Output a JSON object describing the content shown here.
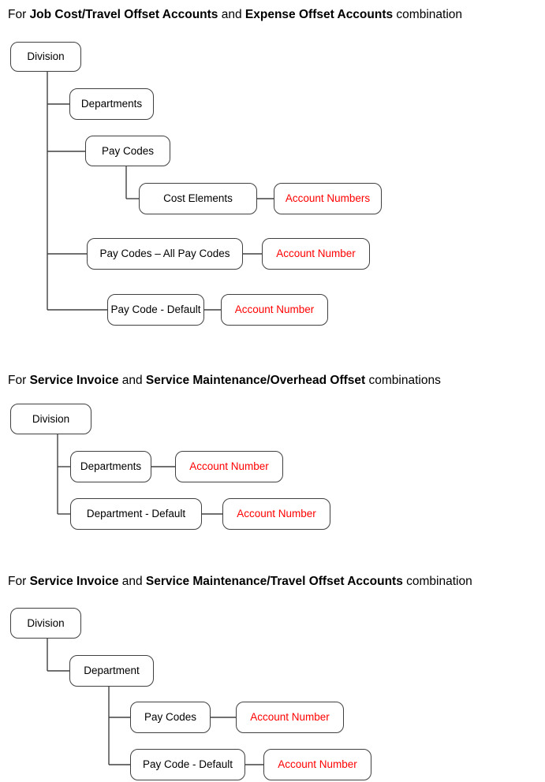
{
  "document": {
    "title": "Offset Account Hierarchy Diagram",
    "accent_color": "#FF0000",
    "text_color": "#000000",
    "box_border_color": "#404040",
    "background": "#ffffff"
  },
  "sections": [
    {
      "heading": {
        "prefix": "For ",
        "bold1": "Job Cost/Travel Offset Accounts",
        "middle": " and ",
        "bold2": "Expense Offset Accounts",
        "suffix": " combination"
      },
      "nodes": [
        {
          "id": "s1-division",
          "label": "Division",
          "accent": false
        },
        {
          "id": "s1-departments",
          "label": "Departments",
          "accent": false
        },
        {
          "id": "s1-pay-codes",
          "label": "Pay Codes",
          "accent": false
        },
        {
          "id": "s1-cost-elements",
          "label": "Cost Elements",
          "accent": false
        },
        {
          "id": "s1-account-numbers",
          "label": "Account Numbers",
          "accent": true
        },
        {
          "id": "s1-pay-codes-all",
          "label": "Pay Codes – All Pay Codes",
          "accent": false
        },
        {
          "id": "s1-account-number-1",
          "label": "Account Number",
          "accent": true
        },
        {
          "id": "s1-pay-code-default",
          "label": "Pay Code - Default",
          "accent": false
        },
        {
          "id": "s1-account-number-2",
          "label": "Account Number",
          "accent": true
        }
      ]
    },
    {
      "heading": {
        "prefix": "For ",
        "bold1": "Service Invoice",
        "middle": " and ",
        "bold2": "Service Maintenance/Overhead Offset",
        "suffix": " combinations"
      },
      "nodes": [
        {
          "id": "s2-division",
          "label": "Division",
          "accent": false
        },
        {
          "id": "s2-departments",
          "label": "Departments",
          "accent": false
        },
        {
          "id": "s2-account-number-1",
          "label": "Account Number",
          "accent": true
        },
        {
          "id": "s2-department-default",
          "label": "Department - Default",
          "accent": false
        },
        {
          "id": "s2-account-number-2",
          "label": "Account Number",
          "accent": true
        }
      ]
    },
    {
      "heading": {
        "prefix": "For ",
        "bold1": "Service Invoice",
        "middle": " and ",
        "bold2": "Service Maintenance/Travel Offset Accounts",
        "suffix": " combination"
      },
      "nodes": [
        {
          "id": "s3-division",
          "label": "Division",
          "accent": false
        },
        {
          "id": "s3-department",
          "label": "Department",
          "accent": false
        },
        {
          "id": "s3-pay-codes",
          "label": "Pay Codes",
          "accent": false
        },
        {
          "id": "s3-account-number-1",
          "label": "Account Number",
          "accent": true
        },
        {
          "id": "s3-pay-code-default",
          "label": "Pay Code - Default",
          "accent": false
        },
        {
          "id": "s3-account-number-2",
          "label": "Account Number",
          "accent": true
        }
      ]
    }
  ]
}
